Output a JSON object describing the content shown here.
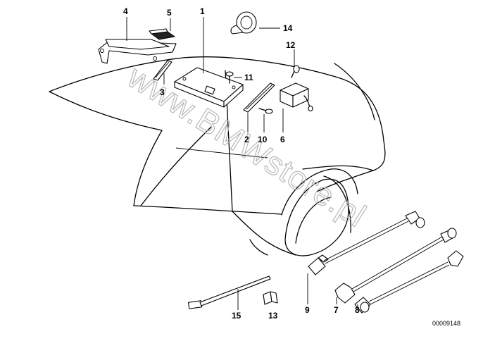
{
  "labels": {
    "l1": "1",
    "l2": "2",
    "l3": "3",
    "l4": "4",
    "l5": "5",
    "l6": "6",
    "l7": "7",
    "l8": "8",
    "l9": "9",
    "l10": "10",
    "l11": "11",
    "l12": "12",
    "l13": "13",
    "l14": "14",
    "l15": "15"
  },
  "watermark": "www.BMWstore.pl",
  "reference_number": "00009148"
}
